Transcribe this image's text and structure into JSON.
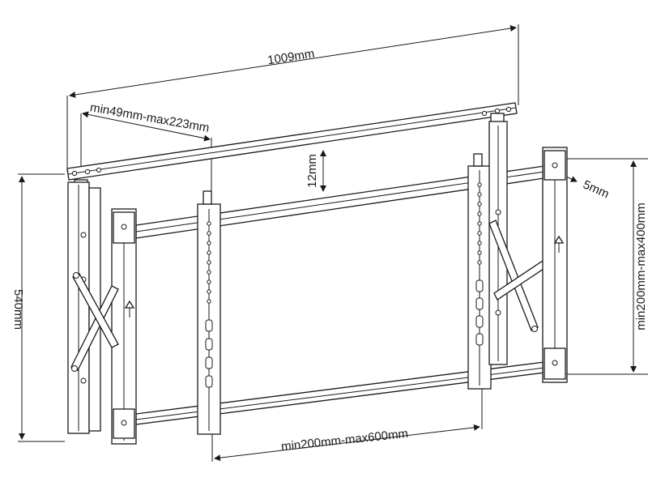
{
  "diagram": {
    "dimensions": {
      "overall_width": "1009mm",
      "horizontal_adjust": "min49mm-max223mm",
      "vertical_offset": "12mm",
      "depth_adjust": "5mm",
      "vertical_spacing": "min200mm-max400mm",
      "overall_height": "540mm",
      "horizontal_spacing": "min200mm-max600mm"
    },
    "colors": {
      "line": "#1a1a1a",
      "background": "#ffffff"
    }
  }
}
